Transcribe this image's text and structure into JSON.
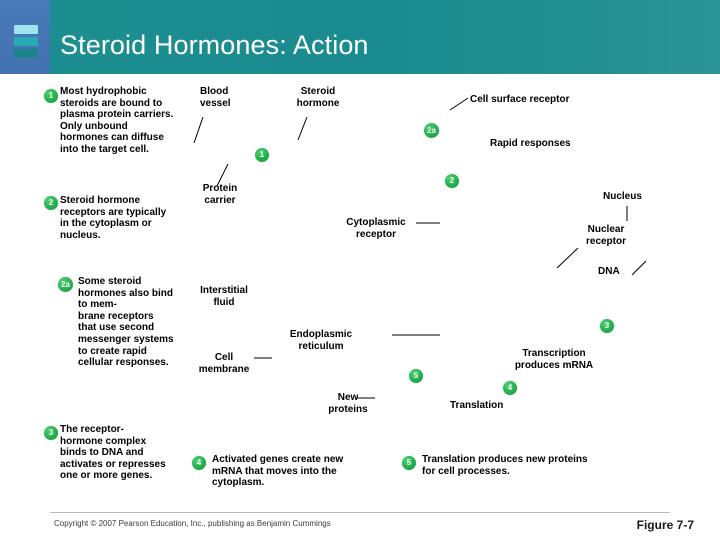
{
  "header": {
    "title": "Steroid Hormones: Action",
    "logo_icon": "stacked-bars-icon",
    "bg_color": "#1a8c8f",
    "logo_panel_color": "#4272b0",
    "title_color": "#ffffff"
  },
  "theme": {
    "badge_green": "#22b14c",
    "text_color": "#000000",
    "background": "#ffffff"
  },
  "callouts": [
    {
      "number": "1",
      "text": "Most hydrophobic steroids are bound to plasma protein carriers. Only unbound hormones can diffuse into the target cell."
    },
    {
      "number": "2",
      "text": "Steroid hormone receptors are typically in the cytoplasm or nucleus."
    },
    {
      "number": "2a",
      "text": "Some steroid hormones also bind to mem-\nbrane receptors that use second messenger systems to create rapid cellular responses."
    },
    {
      "number": "3",
      "text": "The receptor-\nhormone complex binds to DNA and activates or represses one or more genes."
    },
    {
      "number": "4",
      "text": "Activated genes create new mRNA that moves into the cytoplasm."
    },
    {
      "number": "5",
      "text": "Translation produces new proteins for cell processes."
    }
  ],
  "diagram_labels": [
    {
      "id": "blood-vessel",
      "text": "Blood\nvessel"
    },
    {
      "id": "steroid-hormone",
      "text": "Steroid\nhormone"
    },
    {
      "id": "cell-surface-receptor",
      "text": "Cell surface receptor"
    },
    {
      "id": "rapid-responses",
      "text": "Rapid responses"
    },
    {
      "id": "protein-carrier",
      "text": "Protein\ncarrier"
    },
    {
      "id": "nucleus",
      "text": "Nucleus"
    },
    {
      "id": "cytoplasmic-receptor",
      "text": "Cytoplasmic\nreceptor"
    },
    {
      "id": "nuclear-receptor",
      "text": "Nuclear\nreceptor"
    },
    {
      "id": "dna",
      "text": "DNA"
    },
    {
      "id": "interstitial-fluid",
      "text": "Interstitial\nfluid"
    },
    {
      "id": "endoplasmic-reticulum",
      "text": "Endoplasmic\nreticulum"
    },
    {
      "id": "cell-membrane",
      "text": "Cell\nmembrane"
    },
    {
      "id": "new-proteins",
      "text": "New\nproteins"
    },
    {
      "id": "transcription",
      "text": "Transcription\nproduces mRNA"
    },
    {
      "id": "translation",
      "text": "Translation"
    }
  ],
  "diagram_badges": [
    {
      "id": "badge-1-diagram",
      "label": "1"
    },
    {
      "id": "badge-2a-diagram",
      "label": "2a"
    },
    {
      "id": "badge-2-diagram",
      "label": "2"
    },
    {
      "id": "badge-3-diagram",
      "label": "3"
    },
    {
      "id": "badge-4-diagram",
      "label": "4"
    },
    {
      "id": "badge-5-diagram",
      "label": "5"
    }
  ],
  "footer": {
    "copyright": "Copyright © 2007 Pearson Education, Inc., publishing as Benjamin Cummings",
    "figure": "Figure 7-7"
  }
}
